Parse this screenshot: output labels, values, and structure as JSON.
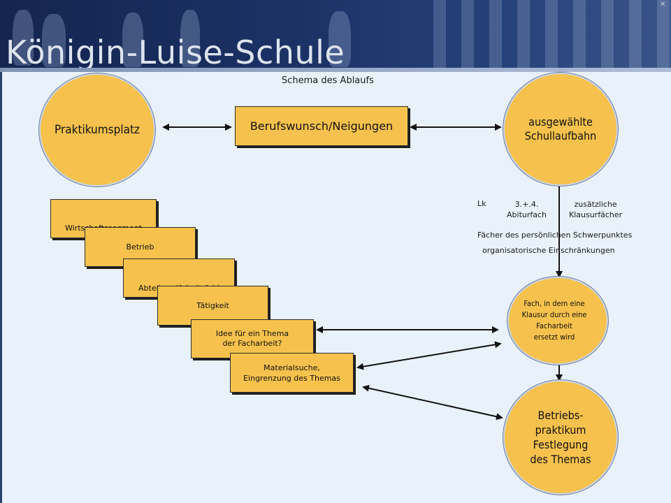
{
  "header": {
    "school_name": "Königin-Luise-Schule"
  },
  "diagram": {
    "title": "Schema des Ablaufs",
    "nodes": {
      "praktikumsplatz": "Praktikumsplatz",
      "berufswunsch": "Berufswunsch/Neigungen",
      "schullaufbahn": "ausgewählte\nSchullaufbahn",
      "fach_klausur": "Fach, in dem eine\nKlausur durch eine\nFacharbeit\nersetzt wird",
      "betriebspraktikum": "Betriebs-\npraktikum\nFestlegung\ndes Themas"
    },
    "cascade": [
      "Wirtschaftssegment",
      "Betrieb",
      "Abteilung/Arbeitsfeld",
      "Tätigkeit",
      "Idee für ein Thema\nder Facharbeit?",
      "Materialsuche,\nEingrenzung des Themas"
    ],
    "annotations": {
      "lk": "Lk",
      "abiturfach": "3.+.4.\nAbiturfach",
      "klausurfaecher": "zusätzliche\nKlausurfächer",
      "schwerpunkt": "Fächer des persönlichen Schwerpunktes",
      "einschraenkungen": "organisatorische Einschränkungen"
    }
  },
  "colors": {
    "node_fill": "#f6c24d",
    "background": "#e9f2fb",
    "banner": "#1c3266"
  }
}
